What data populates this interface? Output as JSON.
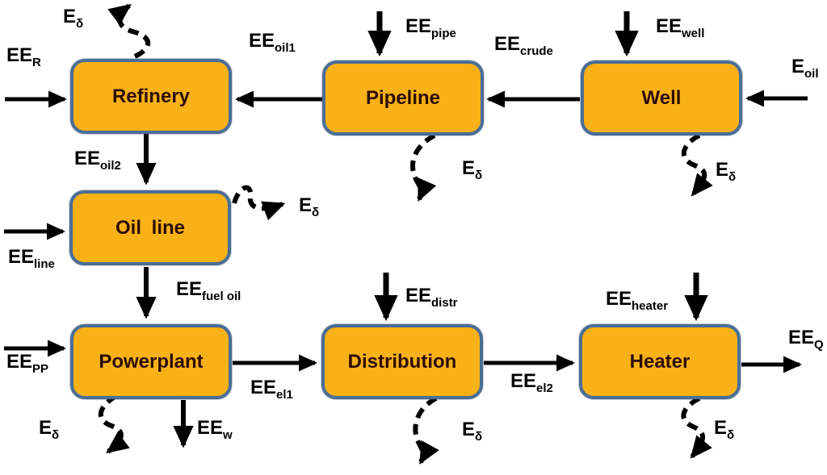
{
  "colors": {
    "background": "#ffffff",
    "box_fill": "#f8b117",
    "box_border": "#4a6e96",
    "box_text": "#2d0d05",
    "arrow": "#000000",
    "label_text": "#000000"
  },
  "boxes": {
    "refinery": "Refinery",
    "pipeline": "Pipeline",
    "well": "Well",
    "oil_line": "Oil line",
    "powerplant": "Powerplant",
    "distribution": "Distribution",
    "heater": "Heater"
  },
  "labels": {
    "ee_r": {
      "main": "EE",
      "sub": "R"
    },
    "e_delta": {
      "main": "E",
      "sub": "δ"
    },
    "ee_oil1": {
      "main": "EE",
      "sub": "oil1"
    },
    "ee_pipe": {
      "main": "EE",
      "sub": "pipe"
    },
    "ee_crude": {
      "main": "EE",
      "sub": "crude"
    },
    "ee_well": {
      "main": "EE",
      "sub": "well"
    },
    "e_oil": {
      "main": "E",
      "sub": "oil"
    },
    "ee_oil2": {
      "main": "EE",
      "sub": "oil2"
    },
    "ee_line": {
      "main": "EE",
      "sub": "line"
    },
    "ee_fuel_oil": {
      "main": "EE",
      "sub": "fuel oil"
    },
    "ee_pp": {
      "main": "EE",
      "sub": "PP"
    },
    "ee_w": {
      "main": "EE",
      "sub": "w"
    },
    "ee_el1": {
      "main": "EE",
      "sub": "el1"
    },
    "ee_distr": {
      "main": "EE",
      "sub": "distr"
    },
    "ee_el2": {
      "main": "EE",
      "sub": "el2"
    },
    "ee_heater": {
      "main": "EE",
      "sub": "heater"
    },
    "ee_q": {
      "main": "EE",
      "sub": "Q"
    }
  }
}
